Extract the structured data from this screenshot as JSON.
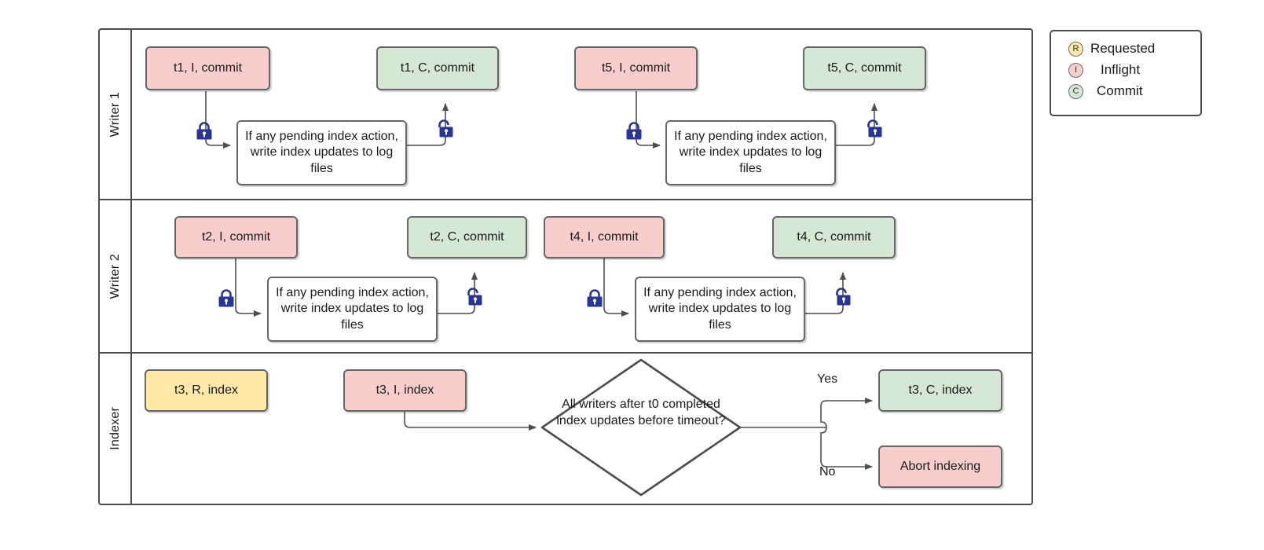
{
  "diagram": {
    "title": "Writer / Indexer commit and indexing swimlane flow",
    "colors": {
      "inflight": "#f8cecc",
      "commit": "#d5e8d4",
      "requested": "#ffe9a8",
      "stroke": "#4d4d4d",
      "lock": "#283593"
    }
  },
  "lanes": [
    {
      "id": "writer1",
      "label": "Writer 1"
    },
    {
      "id": "writer2",
      "label": "Writer 2"
    },
    {
      "id": "indexer",
      "label": "Indexer"
    }
  ],
  "writer1": {
    "start_a": "t1, I, commit",
    "process_a": "If any pending index action, write index updates to log files",
    "end_a": "t1, C, commit",
    "start_b": "t5, I, commit",
    "process_b": "If any pending index action, write index updates to log files",
    "end_b": "t5, C, commit"
  },
  "writer2": {
    "start_a": "t2, I, commit",
    "process_a": "If any pending index action, write index updates to log files",
    "end_a": "t2, C, commit",
    "start_b": "t4, I, commit",
    "process_b": "If any pending index action, write index updates to log files",
    "end_b": "t4, C, commit"
  },
  "indexer": {
    "requested": "t3, R, index",
    "inflight": "t3, I, index",
    "decision": "All writers after t0 completed index updates before timeout?",
    "yes_label": "Yes",
    "no_label": "No",
    "yes_target": "t3, C, index",
    "no_target": "Abort indexing"
  },
  "locks": {
    "locked_name": "lock-closed-icon",
    "unlocked_name": "lock-open-icon"
  },
  "legend": {
    "items": [
      {
        "badge": "R",
        "label": "Requested",
        "color": "#ffe9a8"
      },
      {
        "badge": "I",
        "label": "Inflight",
        "color": "#f8cecc"
      },
      {
        "badge": "C",
        "label": "Commit",
        "color": "#d5e8d4"
      }
    ]
  }
}
